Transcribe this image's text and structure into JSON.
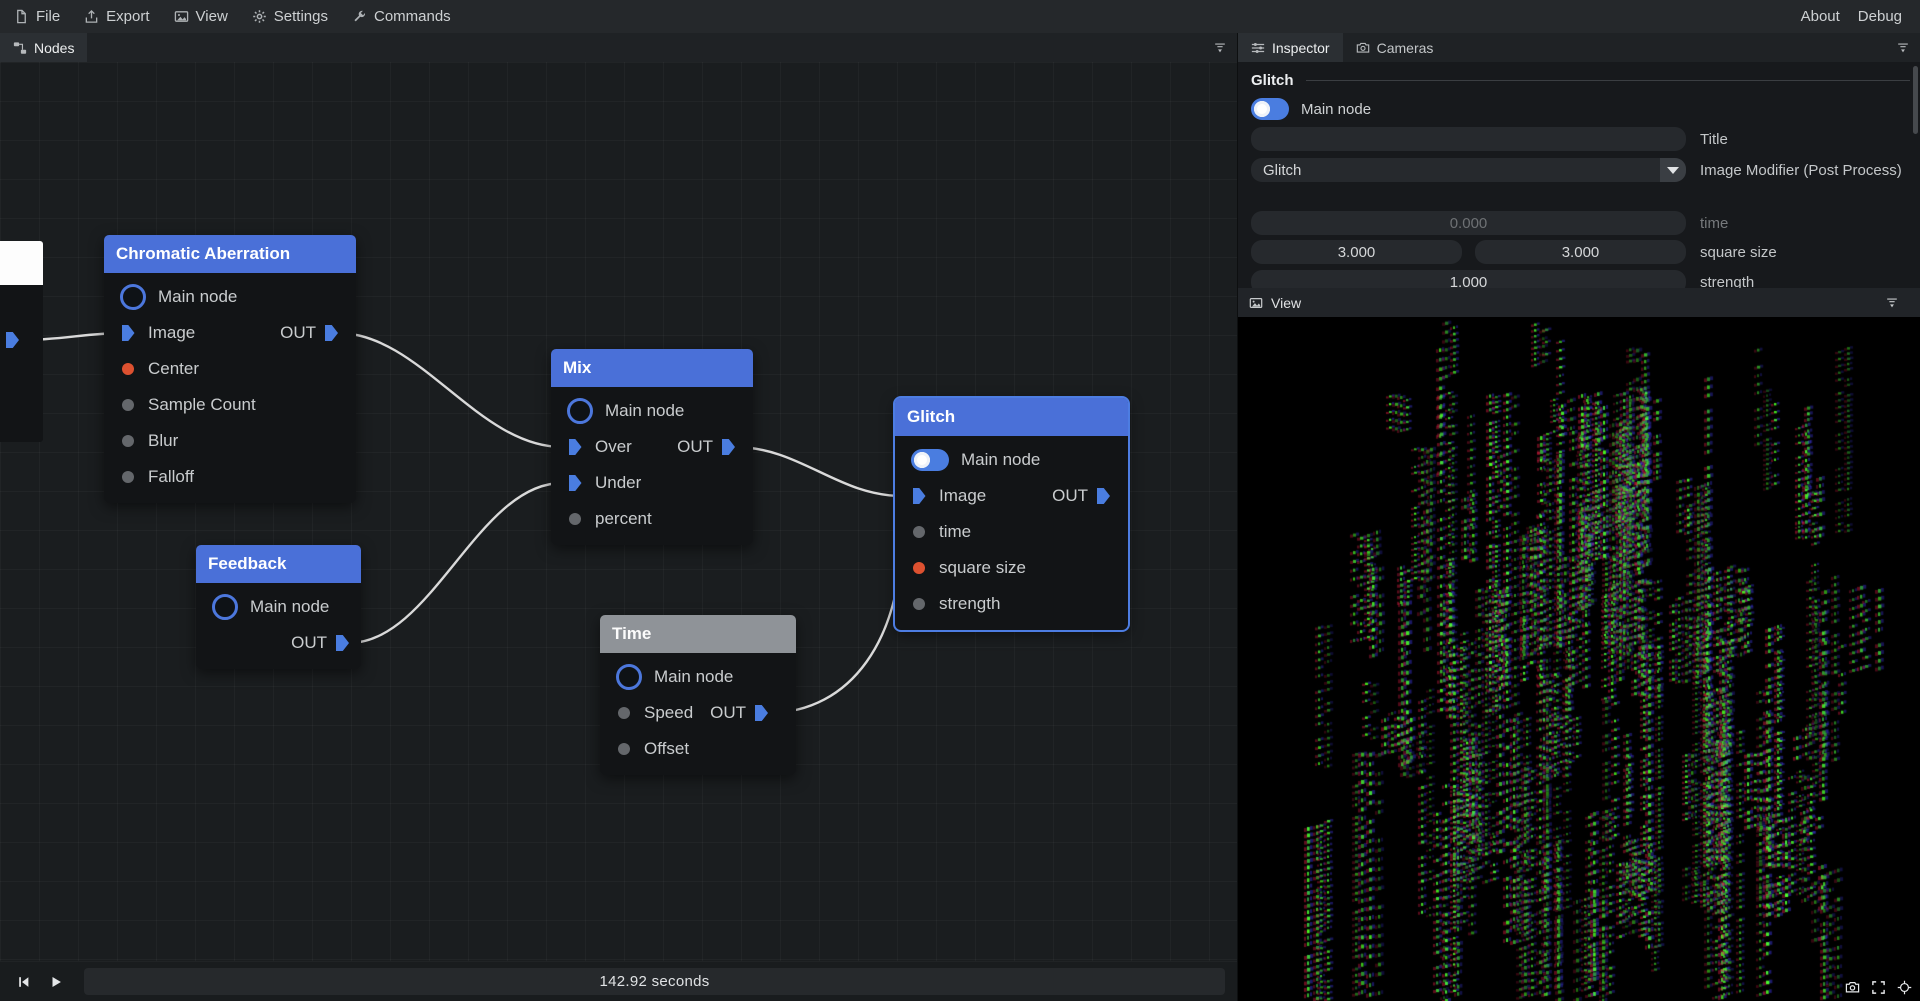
{
  "menu": {
    "items": [
      {
        "id": "file",
        "label": "File"
      },
      {
        "id": "export",
        "label": "Export"
      },
      {
        "id": "view",
        "label": "View"
      },
      {
        "id": "settings",
        "label": "Settings"
      },
      {
        "id": "commands",
        "label": "Commands"
      }
    ],
    "right_items": [
      {
        "id": "about",
        "label": "About"
      },
      {
        "id": "debug",
        "label": "Debug"
      }
    ]
  },
  "graph_panel": {
    "tab_label": "Nodes",
    "transport_time_label": "142.92 seconds"
  },
  "nodes": [
    {
      "title": "Chromatic Aberration",
      "ports": [
        {
          "label": "Main node"
        },
        {
          "label": "Image",
          "out_label": "OUT"
        },
        {
          "label": "Center"
        },
        {
          "label": "Sample Count"
        },
        {
          "label": "Blur"
        },
        {
          "label": "Falloff"
        }
      ]
    },
    {
      "title": "Mix",
      "ports": [
        {
          "label": "Main node"
        },
        {
          "label": "Over",
          "out_label": "OUT"
        },
        {
          "label": "Under"
        },
        {
          "label": "percent"
        }
      ]
    },
    {
      "title": "Feedback",
      "ports": [
        {
          "label": "Main node"
        },
        {
          "label": "",
          "out_label": "OUT"
        }
      ]
    },
    {
      "title": "Time",
      "ports": [
        {
          "label": "Main node"
        },
        {
          "label": "Speed",
          "out_label": "OUT"
        },
        {
          "label": "Offset"
        }
      ]
    },
    {
      "title": "Glitch",
      "ports": [
        {
          "label": "Main node"
        },
        {
          "label": "Image",
          "out_label": "OUT"
        },
        {
          "label": "time"
        },
        {
          "label": "square size"
        },
        {
          "label": "strength"
        }
      ]
    }
  ],
  "inspector": {
    "tabs": [
      {
        "label": "Inspector"
      },
      {
        "label": "Cameras"
      }
    ],
    "section_title": "Glitch",
    "main_node_label": "Main node",
    "title_row": {
      "value": "",
      "label": "Title"
    },
    "type_row": {
      "value": "Glitch",
      "label": "Image Modifier (Post Process)"
    },
    "param_rows": [
      {
        "values": [
          "0.000"
        ],
        "label": "time"
      },
      {
        "values": [
          "3.000",
          "3.000"
        ],
        "label": "square size"
      },
      {
        "values": [
          "1.000"
        ],
        "label": "strength"
      }
    ]
  },
  "view_panel": {
    "tab_label": "View"
  },
  "icons": {
    "file-icon": "document",
    "export-icon": "box-with-up-arrow",
    "view-icon": "image",
    "settings-icon": "gear",
    "commands-icon": "wrench",
    "nodes-icon": "node-graph",
    "inspector-icon": "sliders",
    "cameras-icon": "camera",
    "view-panel-icon": "image",
    "panel-menu-icon": "filter-menu",
    "skip-start-icon": "skip-to-start",
    "play-icon": "play-triangle",
    "snapshot-icon": "camera",
    "fullscreen-icon": "expand-corners",
    "reset-view-icon": "crosshair",
    "dropdown-caret-icon": "caret-down"
  },
  "colors": {
    "accent_blue": "#4a70d8",
    "port_blue": "#4a7de0",
    "port_orange": "#dd5130",
    "port_gray": "#64676b",
    "wire": "#d9d9d9",
    "header_gray": "#8f9398",
    "canvas_bg": "#1a1d1f",
    "panel_bg": "#17191c",
    "glitch_green": "#4ce03c"
  }
}
